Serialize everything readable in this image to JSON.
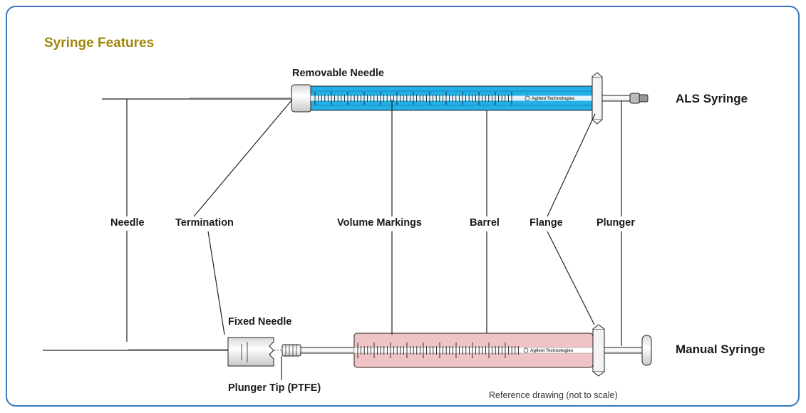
{
  "title": "Syringe Features",
  "labels": {
    "removable_needle": "Removable Needle",
    "als_syringe": "ALS Syringe",
    "needle": "Needle",
    "termination": "Termination",
    "volume_markings": "Volume Markings",
    "barrel": "Barrel",
    "flange": "Flange",
    "plunger": "Plunger",
    "fixed_needle": "Fixed Needle",
    "manual_syringe": "Manual Syringe",
    "plunger_tip": "Plunger Tip (PTFE)"
  },
  "brand_text": "Agilent Technologies",
  "footnote": "Reference drawing (not to scale)",
  "colors": {
    "frame": "#3a77bd",
    "title": "#a0860a",
    "als_barrel": "#23b0e6",
    "manual_barrel": "#f0c4c6"
  }
}
